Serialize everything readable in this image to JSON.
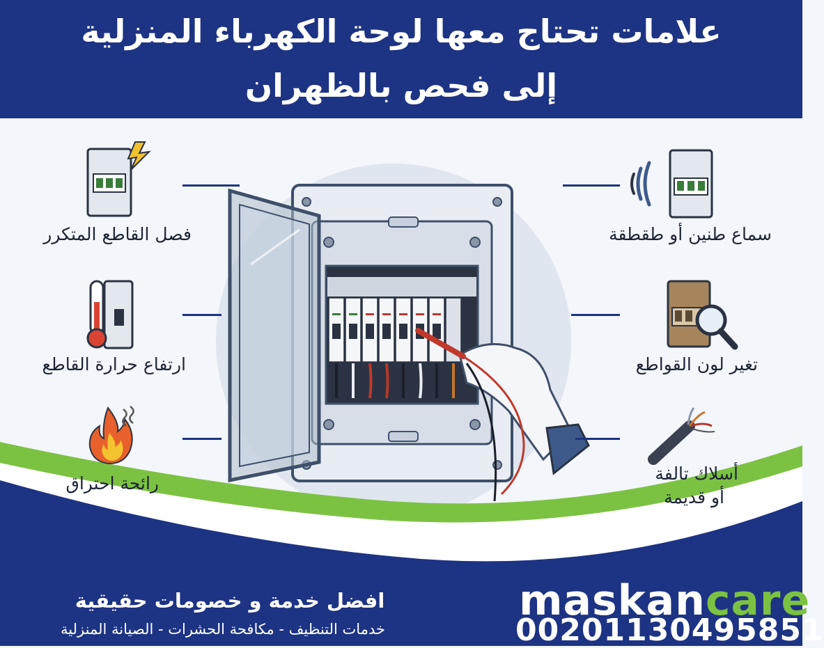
{
  "header": {
    "title_line1": "علامات تحتاج معها لوحة الكهرباء المنزلية",
    "title_line2": "إلى فحص بالظهران"
  },
  "signs_left": [
    {
      "label": "فصل القاطع المتكرر",
      "icon": "breaker-spark-icon"
    },
    {
      "label": "ارتفاع حرارة القاطع",
      "icon": "thermometer-breaker-icon"
    },
    {
      "label": "رائحة احتراق",
      "icon": "fire-icon"
    }
  ],
  "signs_right": [
    {
      "label": "سماع طنين أو طقطقة",
      "icon": "sound-breaker-icon"
    },
    {
      "label": "تغير لون القواطع",
      "icon": "magnifier-breaker-icon"
    },
    {
      "label_line1": "أسلاك تالفة",
      "label_line2": "أو قديمة",
      "icon": "damaged-wire-icon"
    }
  ],
  "footer": {
    "slogan": "افضل خدمة و خصومات حقيقية",
    "services": "خدمات التنظيف - مكافحة الحشرات - الصيانة المنزلية",
    "brand_part1": "maskan",
    "brand_part2": "care",
    "phone": "00201130495851"
  },
  "colors": {
    "navy": "#1d3383",
    "green": "#7cc242",
    "background": "#f3f6fa"
  }
}
